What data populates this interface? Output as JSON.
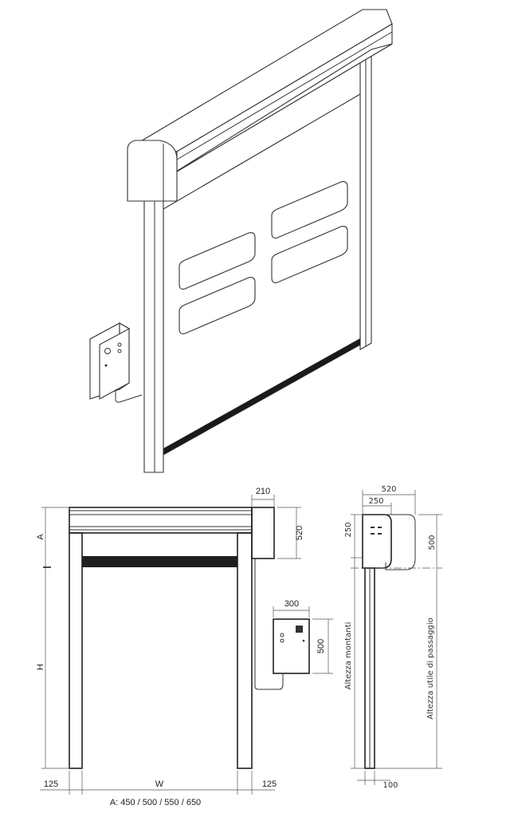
{
  "front_view": {
    "dim_side_box_width": "210",
    "dim_side_box_height": "520",
    "label_a": "A",
    "label_h": "H",
    "label_w": "W",
    "dim_left_post": "125",
    "dim_right_post": "125",
    "a_values_note": "A: 450 / 500 / 550 / 650"
  },
  "control_box": {
    "dim_width": "300",
    "dim_height": "500"
  },
  "side_view": {
    "dim_total_depth": "520",
    "dim_box_depth": "250",
    "dim_box_height": "250",
    "dim_total_height": "500",
    "label_post_height": "Altezza  montanti",
    "label_clear_height": "Altezza  utile  di  passaggio",
    "dim_post_depth": "100"
  }
}
